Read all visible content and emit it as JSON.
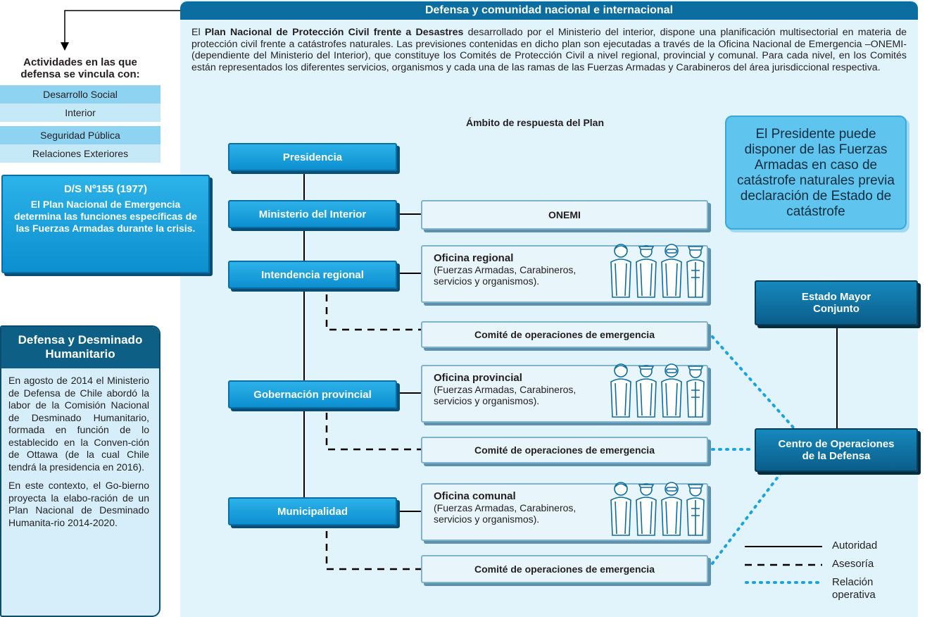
{
  "header": {
    "title": "Defensa y comunidad nacional e internacional"
  },
  "intro": {
    "bold": "Plan Nacional de Protección Civil frente a Desastres",
    "prefix": "El ",
    "text": " desarrollado por el Ministerio del interior, dispone una planificación multisectorial en materia de protección civil frente a catástrofes naturales. Las previsiones contenidas en dicho plan son ejecutadas a través de la Oficina Nacional de Emergencia –ONEMI- (dependiente del Ministerio del Interior), que constituye los Comités de Protección Civil a nivel regional, provincial y comunal. Para cada nivel, en los Comités están representados los diferentes servicios, organismos y cada una de las ramas de las Fuerzas Armadas y Carabineros del área jurisdiccional respectiva."
  },
  "sidebar": {
    "actividades_title_line1": "Actividades en las que",
    "actividades_title_line2": "defensa se vincula con:",
    "actividades": [
      "Desarrollo Social",
      "Interior",
      "Seguridad Pública",
      "Relaciones Exteriores"
    ],
    "ds_title": "D/S Nº155 (1977)",
    "ds_text": "El Plan Nacional de Emergencia determina las funciones específicas de las Fuerzas Armadas durante la crisis.",
    "desminado_title": "Defensa y Desminado Humanitario",
    "desminado_p1": "En agosto de 2014 el Ministerio de Defensa de Chile abordó la labor de la Comisión Nacional de Desminado Humanitario, formada en función de lo establecido en la Conven-ción de Ottawa (de la cual Chile tendrá la presidencia en 2016).",
    "desminado_p2": "En este contexto, el Go-bierno proyecta la elabo-ración de un Plan Nacional de Desminado Humanita-rio 2014-2020."
  },
  "diagram": {
    "title": "Ámbito de respuesta del Plan",
    "hierarchy": [
      "Presidencia",
      "Ministerio del Interior",
      "Intendencia regional",
      "Gobernación provincial",
      "Municipalidad"
    ],
    "onemi": "ONEMI",
    "offices": [
      {
        "title": "Oficina regional",
        "line1": "(Fuerzas Armadas, Carabineros,",
        "line2": "servicios y organismos)."
      },
      {
        "title": "Oficina provincial",
        "line1": "(Fuerzas Armadas, Carabineros,",
        "line2": "servicios y organismos)."
      },
      {
        "title": "Oficina comunal",
        "line1": "(Fuerzas Armadas, Carabineros,",
        "line2": "servicios y organismos)."
      }
    ],
    "comite": "Comité de operaciones de emergencia",
    "estado_mayor_line1": "Estado Mayor",
    "estado_mayor_line2": "Conjunto",
    "centro_line1": "Centro de Operaciones",
    "centro_line2": "de la Defensa",
    "presidente_note": "El Presidente puede disponer de las Fuerzas Armadas en caso de catástrofe naturales previa declaración de Estado de catástrofe"
  },
  "legend": {
    "autoridad": "Autoridad",
    "asesoria": "Asesoría",
    "relacion_line1": "Relación",
    "relacion_line2": "operativa"
  },
  "colors": {
    "header": "#0b6da0",
    "node": "#1a9fda",
    "node_dark": "#0d5f86",
    "panel": "#e1f3fb",
    "dotted": "#1aa3dd"
  }
}
